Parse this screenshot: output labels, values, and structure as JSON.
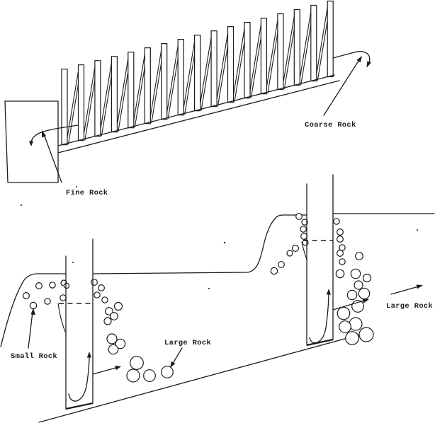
{
  "diagram": {
    "background_color": "#ffffff",
    "ink_color": "#1c1c1c",
    "labels": {
      "fine_rock": "Fine Rock",
      "coarse_rock": "Coarse Rock",
      "small_rock": "Small Rock",
      "large_rock_left": "Large Rock",
      "large_rock_right": "Large Rock"
    }
  }
}
